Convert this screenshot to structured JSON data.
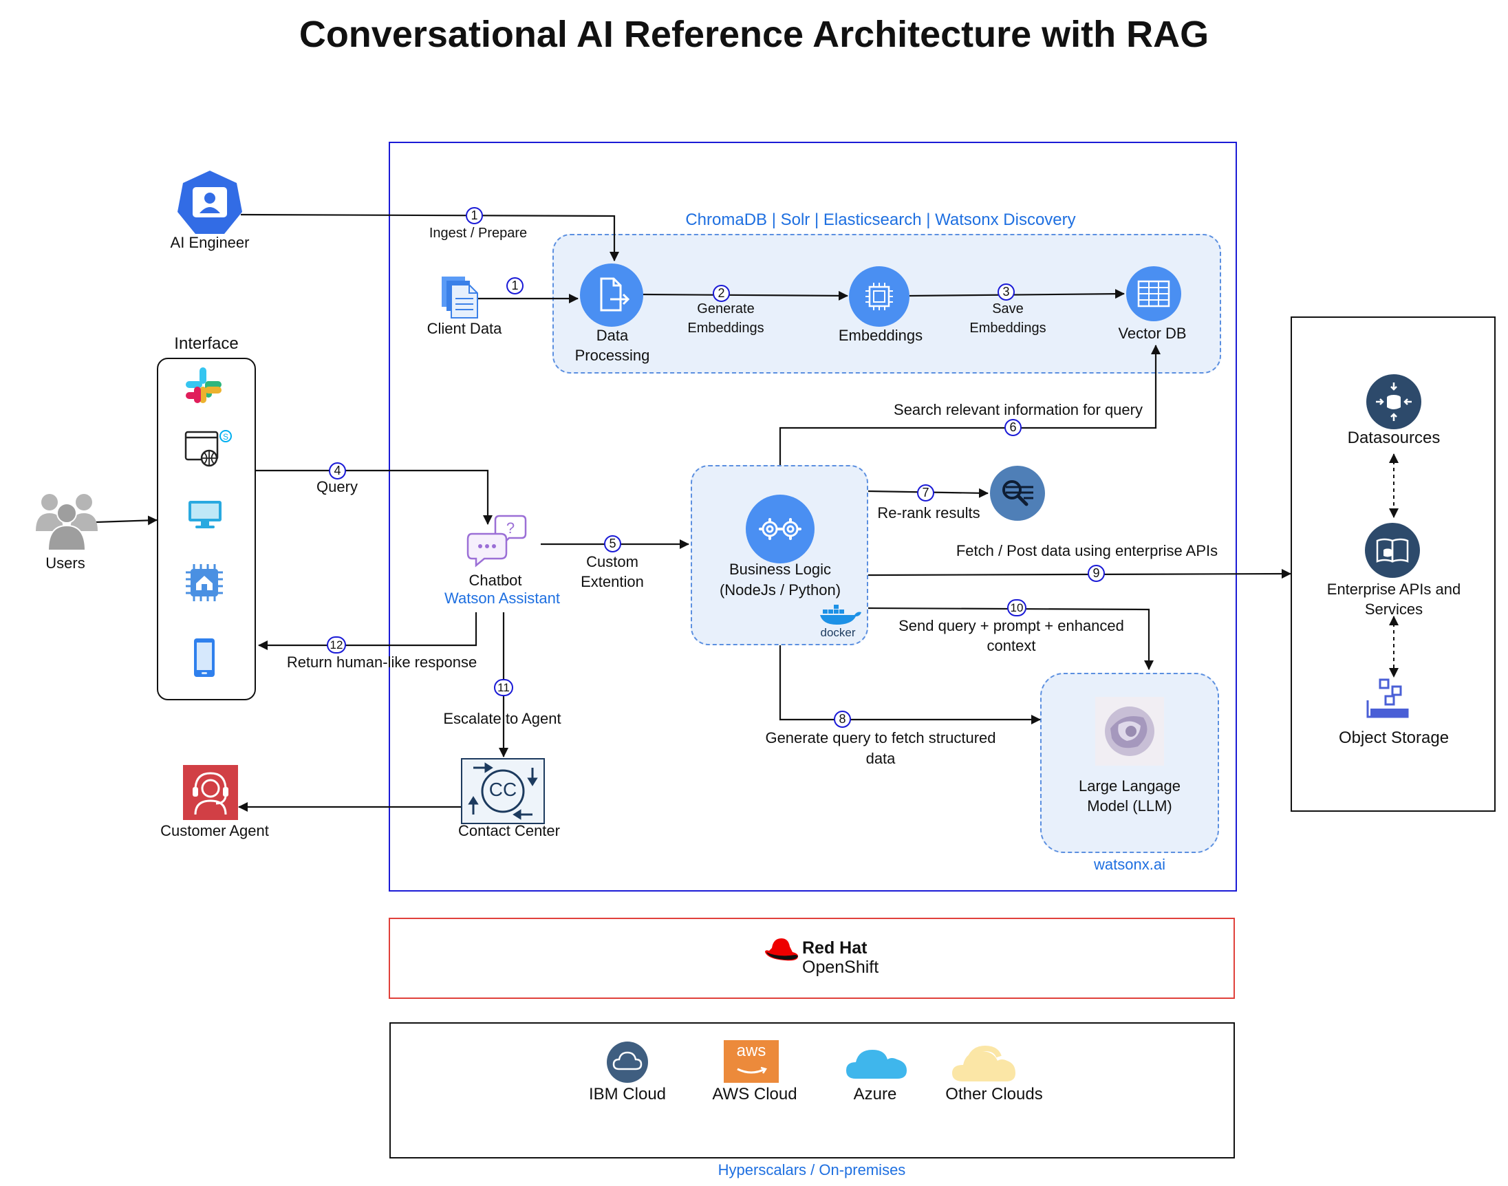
{
  "title": "Conversational AI Reference Architecture with RAG",
  "colors": {
    "platform_border": "#1a1ad6",
    "openshift_border": "#e0403a",
    "group_fill": "#e8f0fb",
    "group_border": "#5b8fe0",
    "node_blue": "#4a8ff2",
    "icon_dark": "#3f5e80",
    "accent_text": "#1e6fe0",
    "step_badge": "#1a1ad6"
  },
  "actors": {
    "ai_engineer": "AI Engineer",
    "users": "Users",
    "customer_agent": "Customer Agent"
  },
  "interface": {
    "title": "Interface",
    "icons": [
      "slack-icon",
      "web-browser-icon",
      "desktop-monitor-icon",
      "iot-device-icon",
      "mobile-phone-icon"
    ]
  },
  "vector_group_title": "ChromaDB | Solr | Elasticsearch | Watsonx Discovery",
  "nodes": {
    "client_data": "Client Data",
    "data_processing": [
      "Data",
      "Processing"
    ],
    "embeddings": "Embeddings",
    "vector_db": "Vector DB",
    "chatbot": "Chatbot",
    "chatbot_sub": "Watson Assistant",
    "business_logic": [
      "Business Logic",
      "(NodeJs / Python)"
    ],
    "docker": "docker",
    "llm": [
      "Large Langage",
      "Model (LLM)"
    ],
    "llm_group": "watsonx.ai",
    "contact_center": "Contact Center",
    "contact_center_glyph": "CC"
  },
  "steps": {
    "s1a_num": "1",
    "s1a_label": "Ingest / Prepare",
    "s1b_num": "1",
    "s2_num": "2",
    "s2_label": [
      "Generate",
      "Embeddings"
    ],
    "s3_num": "3",
    "s3_label": [
      "Save",
      "Embeddings"
    ],
    "s4_num": "4",
    "s4_label": "Query",
    "s5_num": "5",
    "s5_label": [
      "Custom",
      "Extention"
    ],
    "s6_num": "6",
    "s6_label": "Search relevant information for query",
    "s7_num": "7",
    "s7_label": "Re-rank results",
    "s8_num": "8",
    "s8_label": [
      "Generate query to fetch structured",
      "data"
    ],
    "s9_num": "9",
    "s9_label": "Fetch / Post data using enterprise APIs",
    "s10_num": "10",
    "s10_label": [
      "Send query + prompt + enhanced",
      "context"
    ],
    "s11_num": "11",
    "s11_label": "Escalate to Agent",
    "s12_num": "12",
    "s12_label": "Return human-like response"
  },
  "enterprise": {
    "datasources": "Datasources",
    "apis": [
      "Enterprise APIs and",
      "Services"
    ],
    "object_storage": "Object Storage"
  },
  "openshift": {
    "brand": "Red Hat",
    "product": "OpenShift"
  },
  "clouds": {
    "ibm": "IBM Cloud",
    "aws": "AWS Cloud",
    "aws_logo": "aws",
    "azure": "Azure",
    "other": "Other Clouds",
    "caption": "Hyperscalars / On-premises"
  }
}
